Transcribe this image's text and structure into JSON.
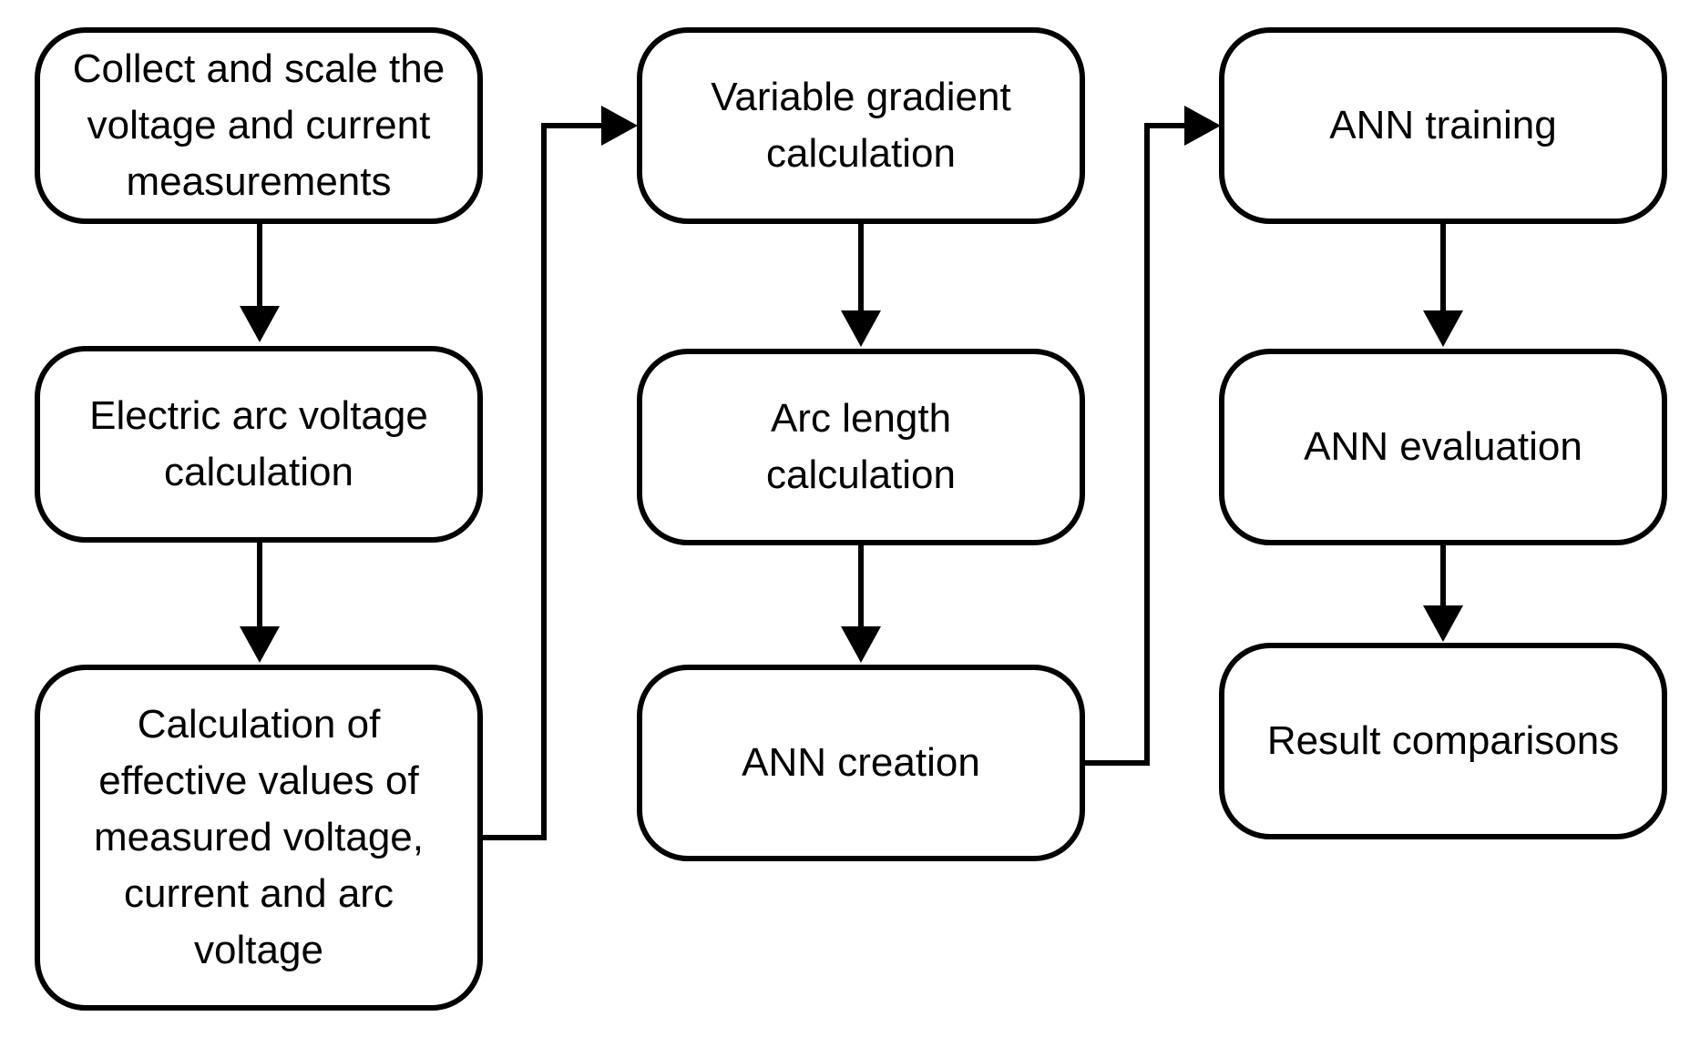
{
  "nodes": {
    "collect": "Collect and scale the\nvoltage and current\nmeasurements",
    "arc_voltage": "Electric arc voltage\ncalculation",
    "effective_values": "Calculation of\neffective values of\nmeasured voltage,\ncurrent and arc\nvoltage",
    "variable_gradient": "Variable gradient\ncalculation",
    "arc_length": "Arc length\ncalculation",
    "ann_creation": "ANN creation",
    "ann_training": "ANN training",
    "ann_evaluation": "ANN evaluation",
    "result_comparisons": "Result comparisons"
  },
  "colors": {
    "stroke": "#000000",
    "fill": "#ffffff",
    "text": "#000000"
  }
}
